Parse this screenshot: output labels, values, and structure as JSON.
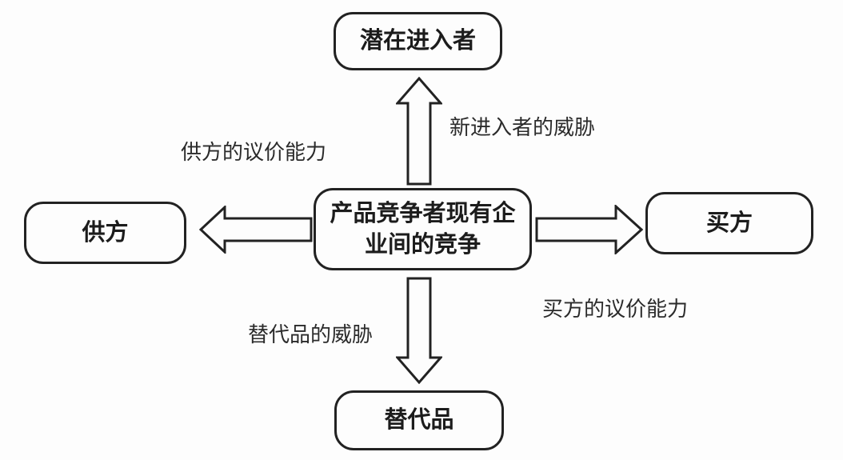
{
  "diagram": {
    "nodes": {
      "top": {
        "label": "潜在进入者"
      },
      "left": {
        "label": "供方"
      },
      "center": {
        "label": "产品竞争者现有企业间的竞争"
      },
      "right": {
        "label": "买方"
      },
      "bottom": {
        "label": "替代品"
      }
    },
    "edge_labels": {
      "top": "新进入者的威胁",
      "left": "供方的议价能力",
      "right": "买方的议价能力",
      "bottom": "替代品的威胁"
    },
    "colors": {
      "background": "#fdfdfd",
      "line": "#222222",
      "node_text": "#1c1c1c",
      "edge_label_text": "#2b2b2b"
    }
  }
}
